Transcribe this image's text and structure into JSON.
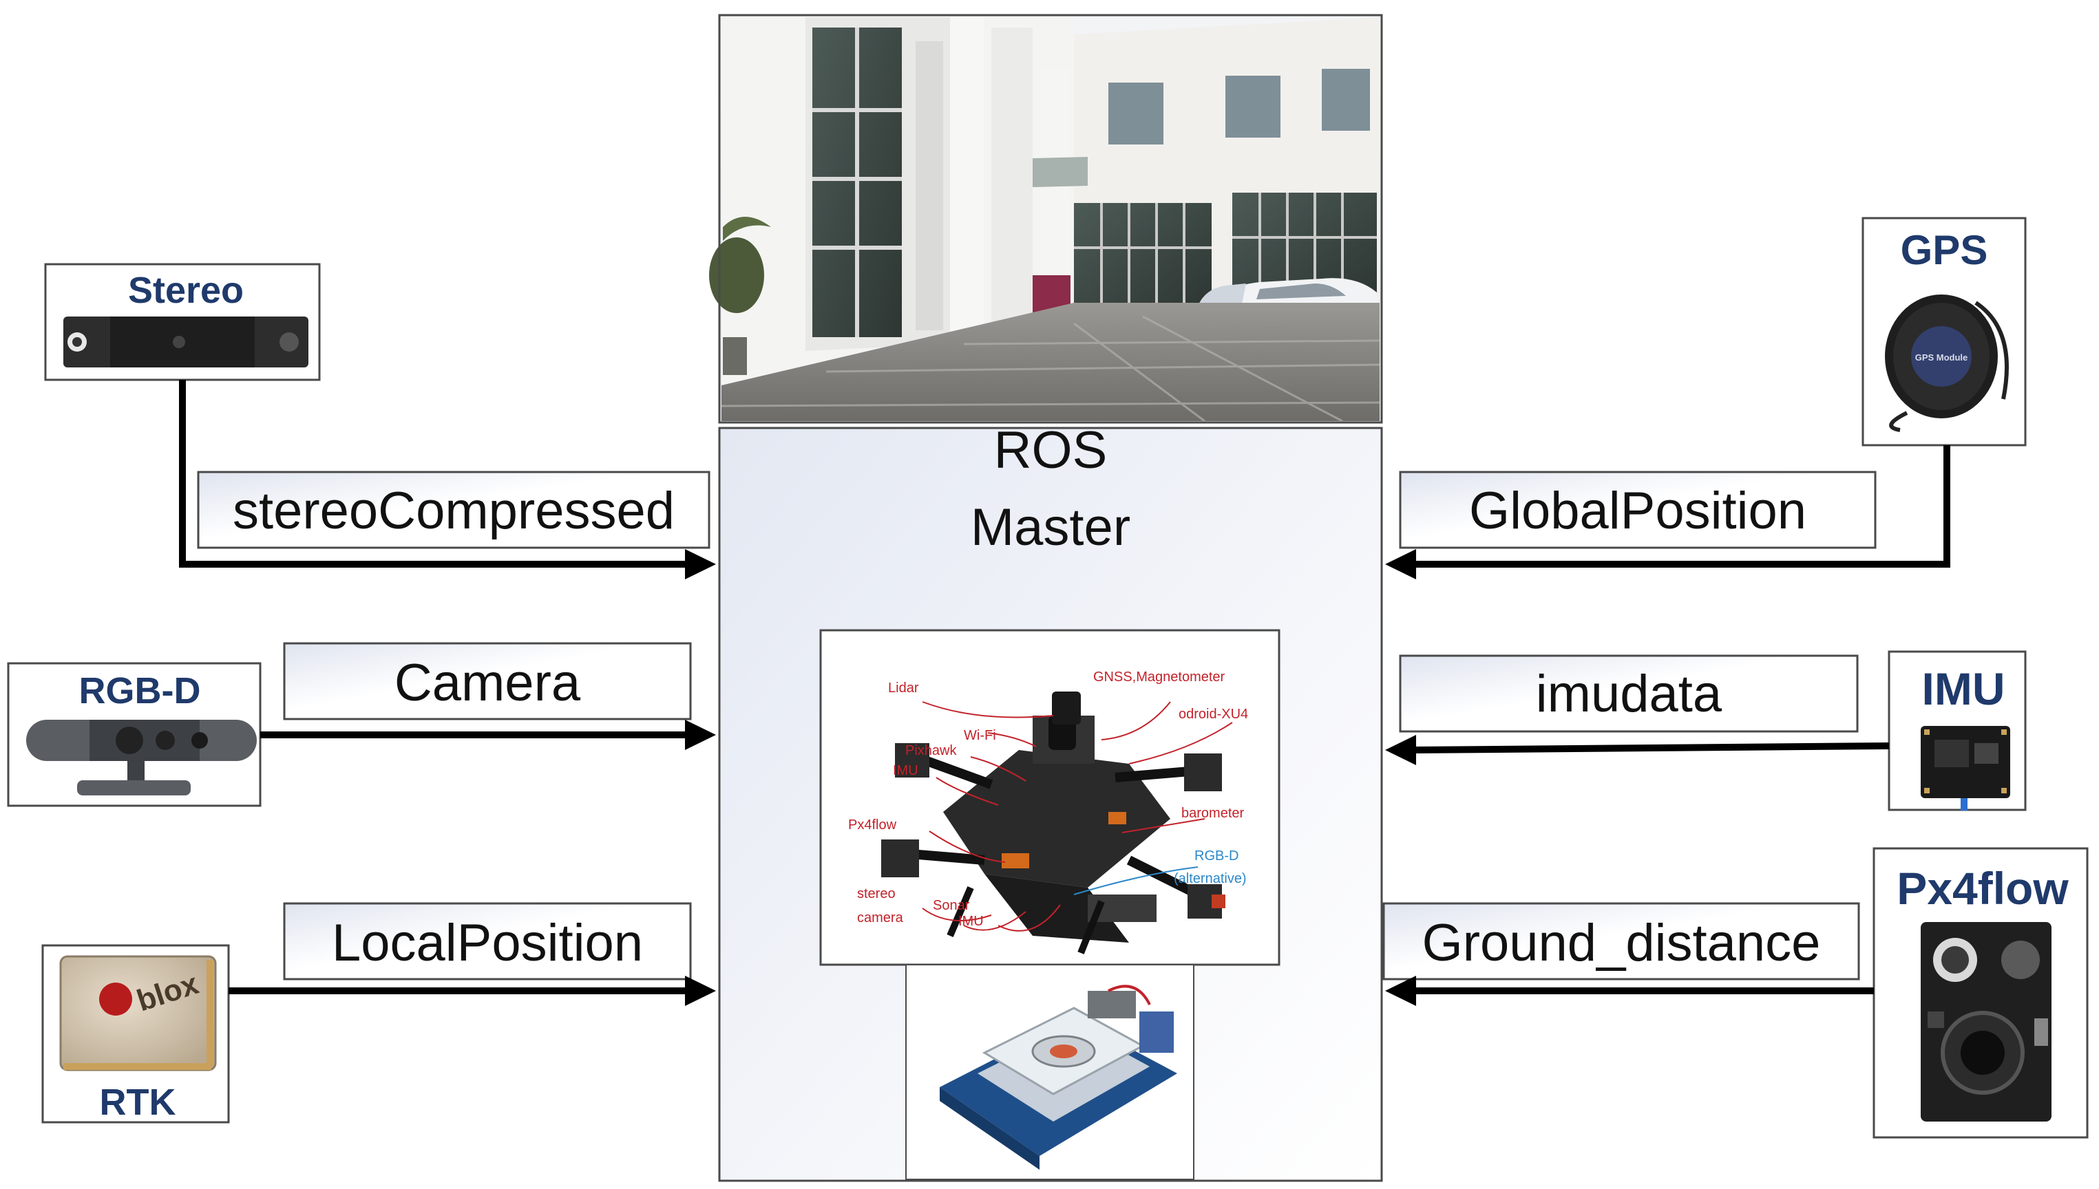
{
  "master": {
    "line1": "ROS",
    "line2": "Master"
  },
  "sensors": {
    "stereo": "Stereo",
    "rgbd": "RGB-D",
    "rtk": "RTK",
    "gps": "GPS",
    "imu": "IMU",
    "px4flow": "Px4flow",
    "ublox_logo": "blox"
  },
  "topics": {
    "stereo_compressed": "stereoCompressed",
    "camera": "Camera",
    "local_position": "LocalPosition",
    "global_position": "GlobalPosition",
    "imudata": "imudata",
    "ground_distance": "Ground_distance"
  },
  "drone_labels": {
    "lidar": "Lidar",
    "gnss": "GNSS,Magnetometer",
    "wifi": "Wi-Fi",
    "odroid": "odroid-XU4",
    "pixhawk": "Pixhawk",
    "imu_top": "IMU",
    "px4flow": "Px4flow",
    "barometer": "barometer",
    "rgbd_line1": "RGB-D",
    "rgbd_line2": "(alternative)",
    "stereo_line1": "stereo",
    "stereo_line2": "camera",
    "sonar": "Sonar",
    "imu_bottom": "IMU"
  },
  "gps_device_text": "GPS Module",
  "colors": {
    "sensor_title": "#1f3a6b",
    "drone_label_red": "#c3222a",
    "drone_label_blue": "#2c88c9",
    "arrow": "#000000",
    "master_fill": "#eef1f7"
  }
}
